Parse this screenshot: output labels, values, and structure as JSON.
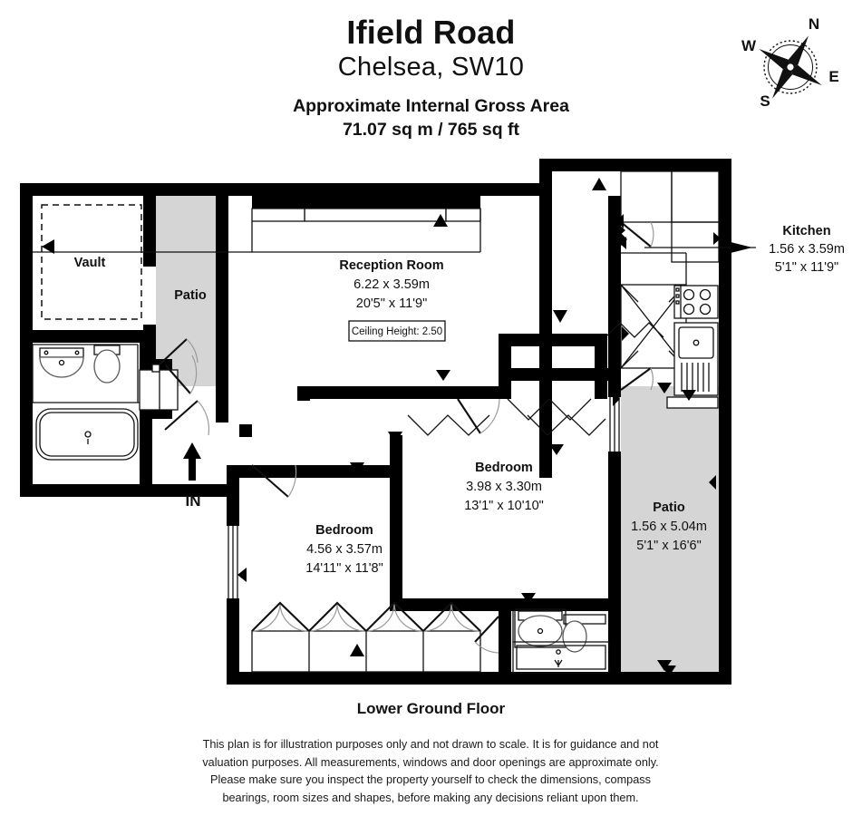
{
  "header": {
    "address_line1": "Ifield Road",
    "address_line2": "Chelsea, SW10",
    "area_label": "Approximate Internal Gross Area",
    "area_value": "71.07 sq m / 765 sq ft"
  },
  "compass": {
    "north": "N",
    "east": "E",
    "south": "S",
    "west": "W",
    "rotation_deg": 30
  },
  "plan": {
    "floor_label": "Lower Ground Floor",
    "entrance_label": "IN",
    "ceiling_height_note": "Ceiling Height: 2.50",
    "colors": {
      "wall": "#000000",
      "patio_fill": "#d5d5d5",
      "fixture_stroke": "#4d4d4d",
      "paper": "#ffffff"
    },
    "rooms": [
      {
        "key": "vault",
        "name": "Vault",
        "metric": "",
        "imperial": ""
      },
      {
        "key": "patio_left",
        "name": "Patio",
        "metric": "",
        "imperial": ""
      },
      {
        "key": "reception",
        "name": "Reception Room",
        "metric": "6.22 x 3.59m",
        "imperial": "20'5\" x 11'9\""
      },
      {
        "key": "kitchen",
        "name": "Kitchen",
        "metric": "1.56 x 3.59m",
        "imperial": "5'1\" x 11'9\""
      },
      {
        "key": "bedroom_main",
        "name": "Bedroom",
        "metric": "4.56 x 3.57m",
        "imperial": "14'11\" x 11'8\""
      },
      {
        "key": "bedroom_second",
        "name": "Bedroom",
        "metric": "3.98 x 3.30m",
        "imperial": "13'1\" x 10'10\""
      },
      {
        "key": "patio_right",
        "name": "Patio",
        "metric": "1.56 x 5.04m",
        "imperial": "5'1\" x 16'6\""
      }
    ]
  },
  "footer": {
    "disclaimer_line1": "This plan is for illustration purposes only and not drawn to scale. It is for guidance and not",
    "disclaimer_line2": "valuation purposes. All measurements, windows and door openings are approximate only.",
    "disclaimer_line3": "Please make sure you inspect the property yourself to check the dimensions, compass",
    "disclaimer_line4": "bearings, room sizes and shapes, before making any decisions reliant upon them."
  }
}
